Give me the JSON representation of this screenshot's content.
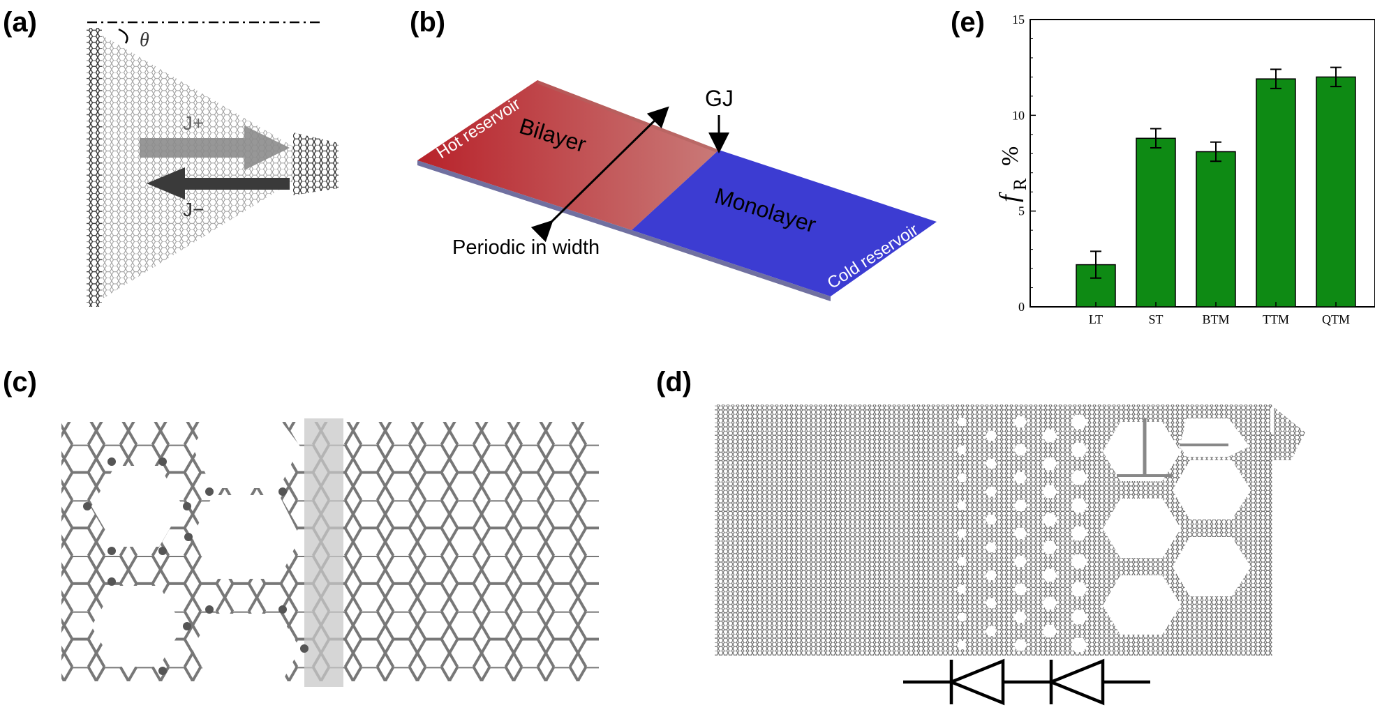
{
  "panels": {
    "a": {
      "label": "(a)",
      "theta": "θ",
      "j_plus": "J+",
      "j_minus": "J−"
    },
    "b": {
      "label": "(b)",
      "gj": "GJ",
      "bilayer": "Bilayer",
      "monolayer": "Monolayer",
      "hot": "Hot reservoir",
      "cold": "Cold reservoir",
      "periodic": "Periodic in width"
    },
    "c": {
      "label": "(c)"
    },
    "d": {
      "label": "(d)"
    },
    "e": {
      "label": "(e)",
      "ylabel_main": "f",
      "ylabel_sub": "R",
      "ylabel_unit": "%"
    }
  },
  "colors": {
    "bar_fill": "#0e8a14",
    "hot": "#c0392b",
    "bilayer": "#c86a6a",
    "monolayer": "#3b3bd0",
    "lattice": "#6e6e6e"
  },
  "chart_data": {
    "type": "bar",
    "categories": [
      "LT",
      "ST",
      "BTM",
      "TTM",
      "QTM"
    ],
    "values": [
      2.2,
      8.8,
      8.1,
      11.9,
      12.0
    ],
    "errors": [
      0.7,
      0.5,
      0.5,
      0.5,
      0.5
    ],
    "ylim": [
      0,
      15
    ],
    "yticks": [
      "0",
      "5",
      "10",
      "15"
    ],
    "xlabel": "",
    "ylabel": "fR %"
  }
}
